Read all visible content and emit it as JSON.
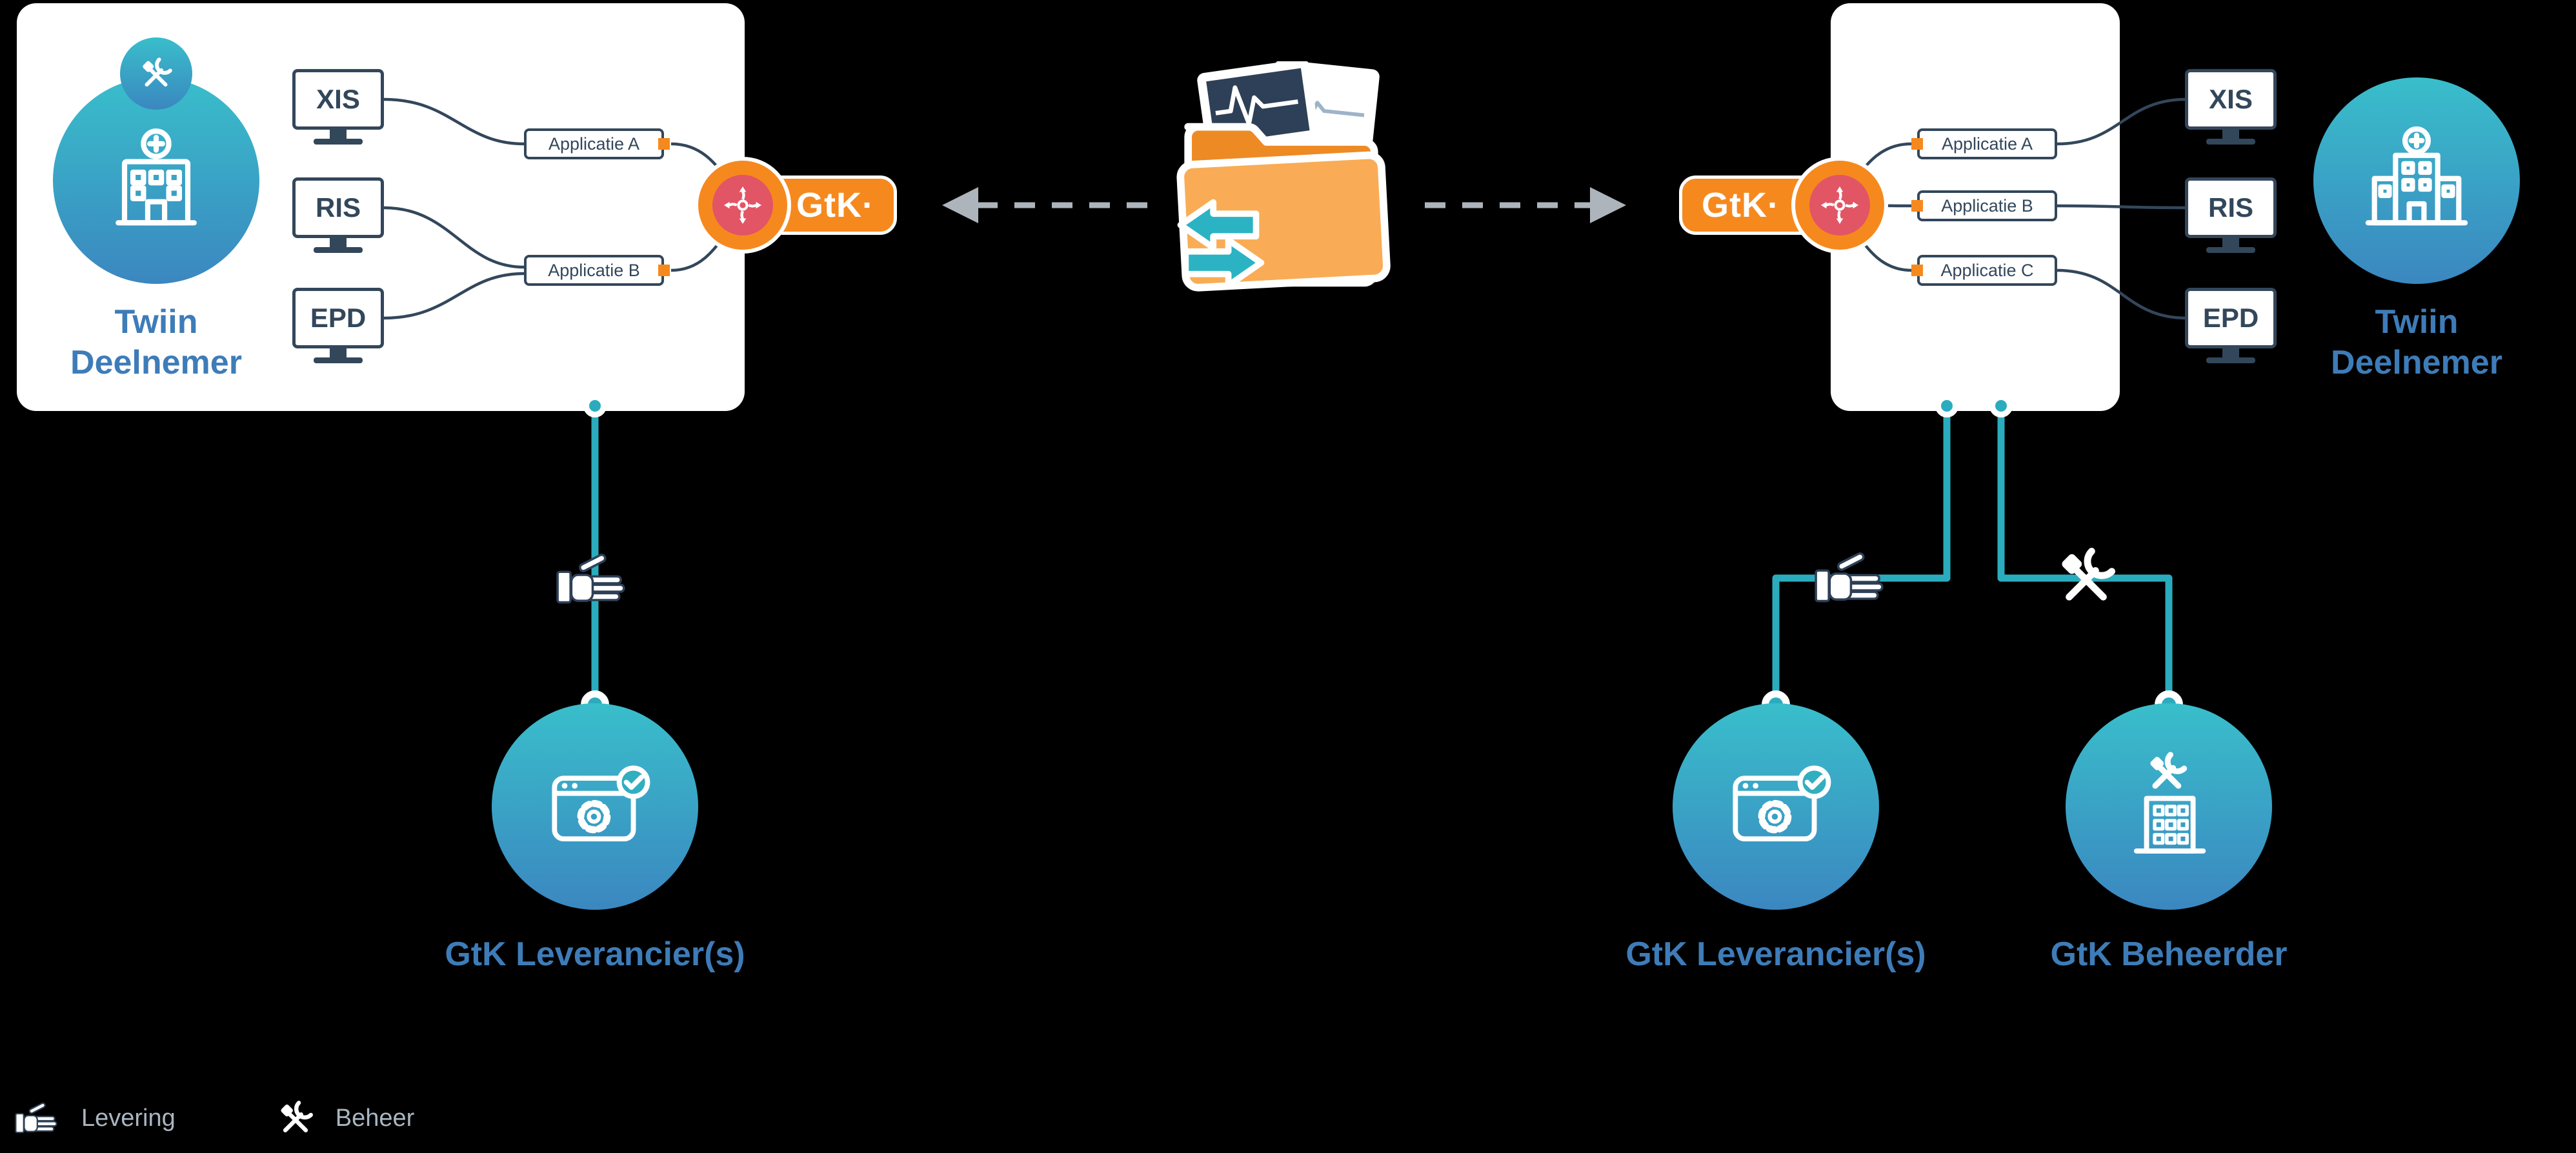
{
  "colors": {
    "background": "#000000",
    "card": "#FFFFFF",
    "teal_line": "#2BACBE",
    "circle_gradient_top": "#39BECB",
    "circle_gradient_bottom": "#3B87C0",
    "orange": "#F6891E",
    "gtk_inner_red": "#E25565",
    "navy": "#33475B",
    "label_blue": "#3E7CB8",
    "dash_gray": "#AEB4BB",
    "legend_text": "#A9B6C0",
    "folder_front": "#F9AC55",
    "folder_back": "#EE8A23"
  },
  "left": {
    "participant_label": "Twiin Deelnemer",
    "systems": [
      "XIS",
      "RIS",
      "EPD"
    ],
    "applications": [
      "Applicatie A",
      "Applicatie B"
    ],
    "gtk_label": "GtK·",
    "supplier_label": "GtK Leverancier(s)"
  },
  "right": {
    "participant_label": "Twiin Deelnemer",
    "systems": [
      "XIS",
      "RIS",
      "EPD"
    ],
    "applications": [
      "Applicatie A",
      "Applicatie B",
      "Applicatie C"
    ],
    "gtk_label": "GtK·",
    "supplier_label": "GtK Leverancier(s)",
    "admin_label": "GtK Beheerder"
  },
  "legend": {
    "delivery_label": "Levering",
    "management_label": "Beheer"
  },
  "icons": {
    "participant": "hospital-icon",
    "participant_badge": "crossed-tools-icon",
    "gtk": "sync-arrows-icon",
    "center": "folder-exchange-icon",
    "delivery": "offering-hand-icon",
    "management": "crossed-tools-icon",
    "supplier": "browser-gear-check-icon",
    "admin": "building-tools-icon"
  }
}
